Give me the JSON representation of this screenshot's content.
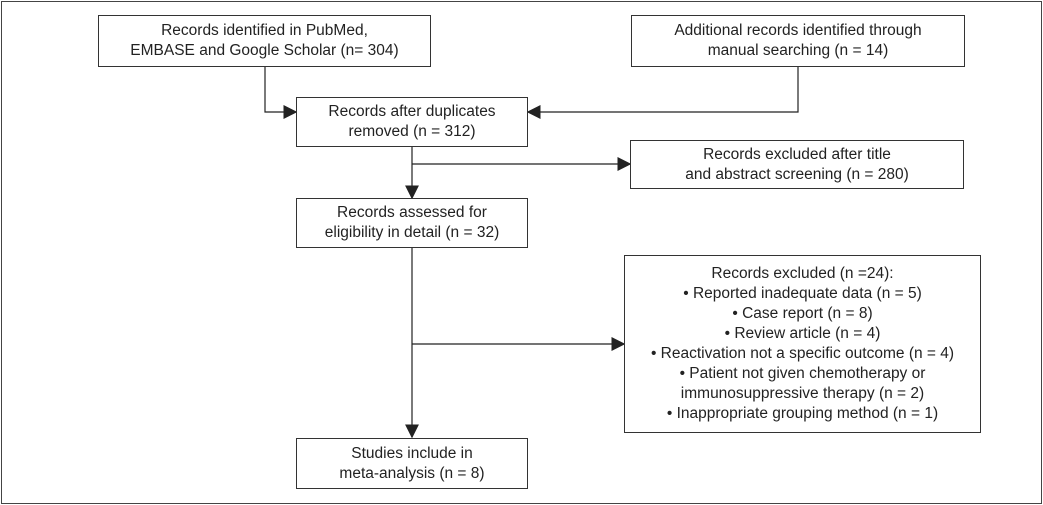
{
  "boxes": {
    "identified": {
      "line1": "Records identified in PubMed,",
      "line2": "EMBASE and Google Scholar (n= 304)"
    },
    "additional": {
      "line1": "Additional records identified through",
      "line2": "manual searching (n = 14)"
    },
    "after_duplicates": {
      "line1": "Records after duplicates",
      "line2": "removed (n = 312)"
    },
    "excluded_title": {
      "line1": "Records excluded after title",
      "line2": "and abstract screening (n = 280)"
    },
    "assessed": {
      "line1": "Records assessed for",
      "line2": "eligibility in detail (n = 32)"
    },
    "excluded_detail": {
      "heading": "Records excluded (n =24):",
      "reasons": [
        "• Reported inadequate data (n = 5)",
        "• Case report (n = 8)",
        "• Review article (n = 4)",
        "• Reactivation not a specific outcome (n = 4)",
        "• Patient not given chemotherapy or",
        "immunosuppressive therapy (n = 2)",
        "• Inappropriate grouping method (n = 1)"
      ]
    },
    "included": {
      "line1": "Studies include in",
      "line2": "meta-analysis (n = 8)"
    }
  }
}
